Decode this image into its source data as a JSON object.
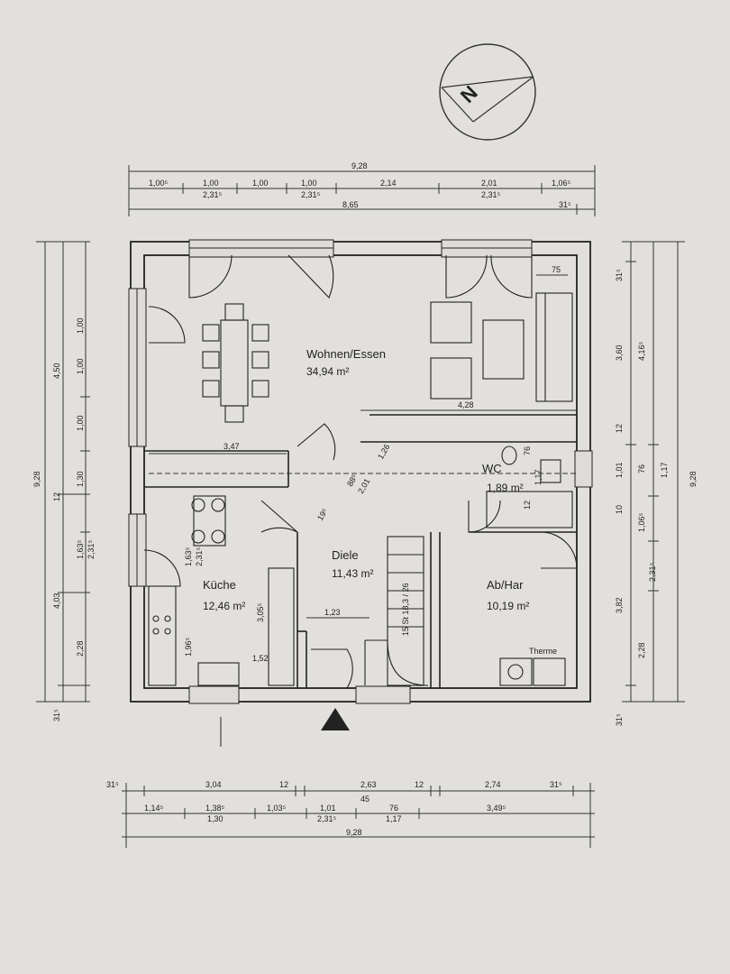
{
  "rooms": [
    {
      "name": "Wohnen/Essen",
      "area": "34,94 m²"
    },
    {
      "name": "Küche",
      "area": "12,46 m²"
    },
    {
      "name": "Diele",
      "area": "11,43 m²"
    },
    {
      "name": "WC",
      "area": "1,89 m²"
    },
    {
      "name": "Ab/Har",
      "area": "10,19 m²"
    }
  ],
  "labels": {
    "therme": "Therme",
    "north": "N"
  },
  "dims": {
    "top": {
      "total": "9,28",
      "row1": [
        "1,00⁵",
        "1,00",
        "1,00",
        "1,00",
        "2,14",
        "2,01",
        "1,06⁵"
      ],
      "row1_sub": [
        "2,31⁵",
        "2,31⁵",
        "2,31⁵"
      ],
      "row2": [
        "8,65",
        "31⁵"
      ]
    },
    "bottom": {
      "row1": [
        "31⁵",
        "3,04",
        "12",
        "2,63",
        "12",
        "2,74",
        "31⁵"
      ],
      "row1_mid": "45",
      "row2": [
        "1,14⁵",
        "1,38⁵",
        "1,03⁵",
        "1,01",
        "76",
        "3,49⁵"
      ],
      "row2_sub": [
        "1,30",
        "2,31⁵",
        "1,17"
      ],
      "total": "9,28"
    },
    "left": {
      "total": "9,28",
      "outer": [
        "4,50",
        "4,03",
        "12",
        "2,28",
        "31⁵"
      ],
      "inner": [
        "1,00",
        "1,00",
        "1,00",
        "1,30",
        "1,63⁵",
        "2,31⁵"
      ]
    },
    "right": {
      "total": "9,28",
      "outer": [
        "31⁵",
        "3,60",
        "12",
        "3,82",
        "2,28",
        "31⁵"
      ],
      "mid": [
        "4,16⁵",
        "1,01",
        "1,06⁵",
        "2,31⁵"
      ],
      "inner": [
        "1,17",
        "76",
        "10"
      ]
    },
    "interior": {
      "living_width": "4,28",
      "kitchen_width": "3,47",
      "diele_width": "1,23",
      "wall_75": "75",
      "d1": "2,01",
      "d2": "88⁵",
      "d3": "19⁵",
      "d4": "1,26",
      "k1": "1,63⁵",
      "k2": "2,31⁵",
      "k3": "1,96⁵",
      "k4": "3,05⁵",
      "k5": "1,52",
      "stairs": "15 St 18,3 / 26",
      "wc1": "1,17",
      "wc2": "76",
      "wc3": "12"
    }
  }
}
